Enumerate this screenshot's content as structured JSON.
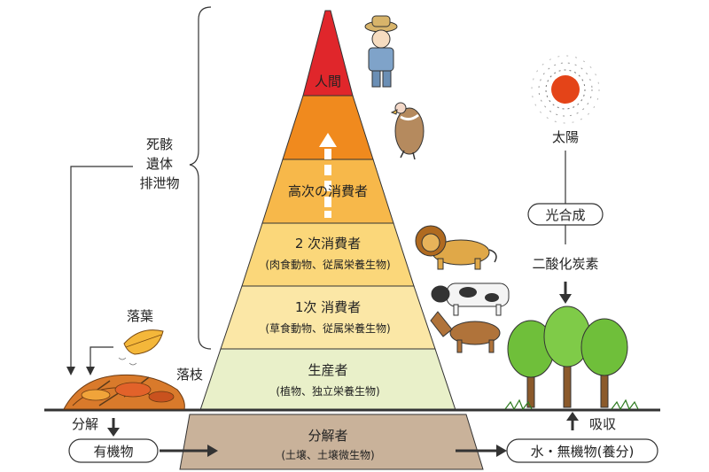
{
  "pyramid": {
    "top": "人間",
    "level_high": "高次の消費者",
    "level2": "2 次消費者",
    "level2_sub": "(肉食動物、従属栄養生物)",
    "level1": "1次 消費者",
    "level1_sub": "(草食動物、従属栄養生物)",
    "producer": "生産者",
    "producer_sub": "(植物、独立栄養生物)",
    "decomposer": "分解者",
    "decomposer_sub": "(土壌、土壌微生物)"
  },
  "left": {
    "remains_line1": "死骸",
    "remains_line2": "遺体",
    "remains_line3": "排泄物",
    "fallen_leaves": "落葉",
    "fallen_twigs": "落枝",
    "decomposition": "分解",
    "organic_matter": "有機物"
  },
  "right": {
    "sun": "太陽",
    "photosynthesis": "光合成",
    "co2": "二酸化炭素",
    "absorption": "吸収",
    "water_minerals": "水・無機物(養分)"
  },
  "colors": {
    "top": "#e0262b",
    "high_orange": "#f08a1e",
    "high_consumer": "#f7b84a",
    "secondary": "#fbd77a",
    "primary": "#fbe7a6",
    "producer": "#e9f0c9",
    "decomposer": "#c9b29a"
  }
}
